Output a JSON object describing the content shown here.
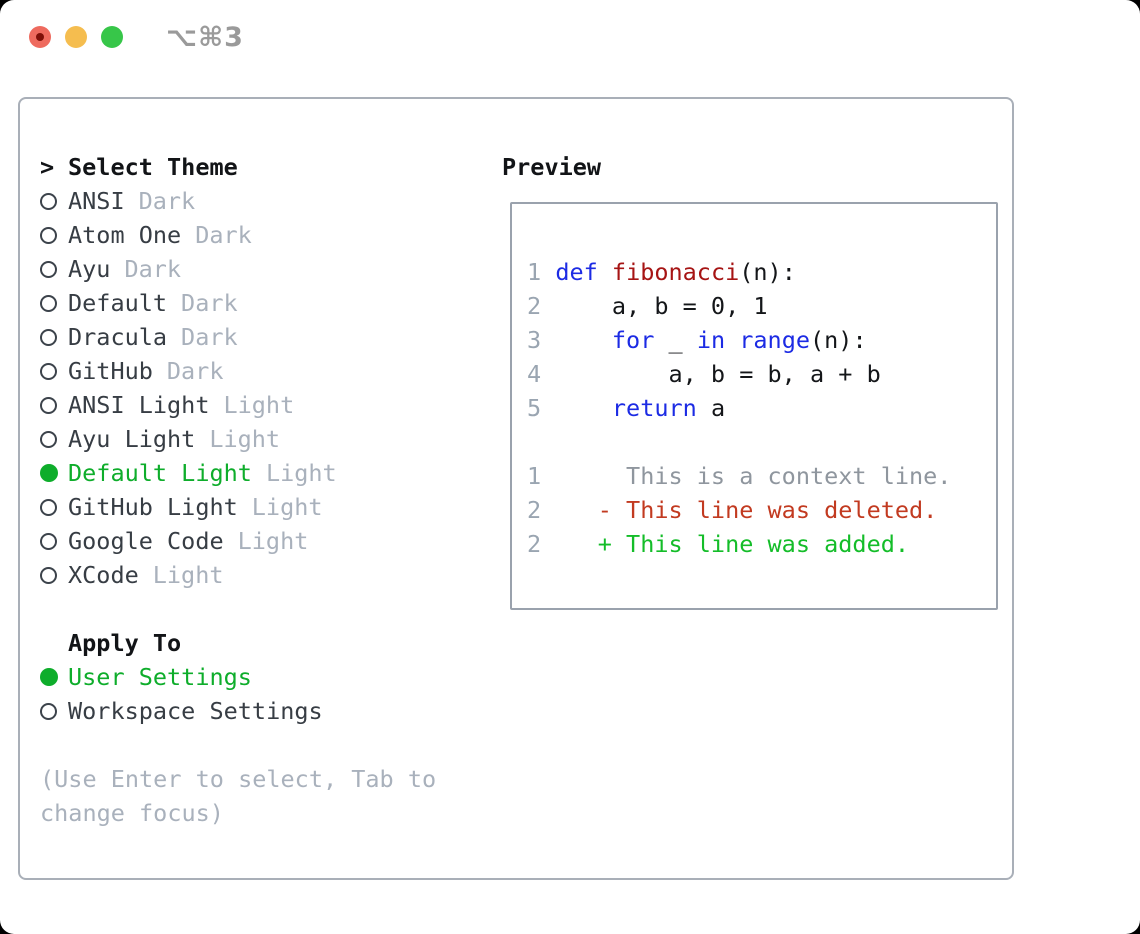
{
  "window": {
    "shortcut_label": "⌥⌘3"
  },
  "colors": {
    "selected_green": "#0ead2b",
    "added_green": "#14bd29",
    "deleted_red": "#c23a20",
    "keyword_blue": "#1c2be4",
    "function_red": "#a61414",
    "muted_gray": "#a9b1bc",
    "line_number_gray": "#9aa5b1",
    "traffic_close": "#ee6a5e",
    "traffic_minimize": "#f5bd4f",
    "traffic_zoom": "#37c649"
  },
  "theme_picker": {
    "prompt": ">",
    "title": "Select Theme",
    "items": [
      {
        "name": "ANSI",
        "variant": "Dark",
        "selected": false
      },
      {
        "name": "Atom One",
        "variant": "Dark",
        "selected": false
      },
      {
        "name": "Ayu",
        "variant": "Dark",
        "selected": false
      },
      {
        "name": "Default",
        "variant": "Dark",
        "selected": false
      },
      {
        "name": "Dracula",
        "variant": "Dark",
        "selected": false
      },
      {
        "name": "GitHub",
        "variant": "Dark",
        "selected": false
      },
      {
        "name": "ANSI Light",
        "variant": "Light",
        "selected": false
      },
      {
        "name": "Ayu Light",
        "variant": "Light",
        "selected": false
      },
      {
        "name": "Default Light",
        "variant": "Light",
        "selected": true
      },
      {
        "name": "GitHub Light",
        "variant": "Light",
        "selected": false
      },
      {
        "name": "Google Code",
        "variant": "Light",
        "selected": false
      },
      {
        "name": "XCode",
        "variant": "Light",
        "selected": false
      }
    ]
  },
  "apply_to": {
    "title": "Apply To",
    "options": [
      {
        "name": "User Settings",
        "selected": true
      },
      {
        "name": "Workspace Settings",
        "selected": false
      }
    ]
  },
  "help": {
    "line1": "(Use Enter to select, Tab to",
    "line2": "change focus)"
  },
  "preview": {
    "title": "Preview",
    "code": {
      "line1": {
        "num": "1",
        "sp1": " ",
        "kw": "def",
        "sp2": " ",
        "fn": "fibonacci",
        "rest": "(n):"
      },
      "line2": {
        "num": "2",
        "code": "     a, b = 0, 1"
      },
      "line3": {
        "num": "3",
        "ind": "     ",
        "kw1": "for",
        "mid1": " _ ",
        "kw2": "in",
        "mid2": " ",
        "kw3": "range",
        "rest": "(n):"
      },
      "line4": {
        "num": "4",
        "code": "         a, b = b, a + b"
      },
      "line5": {
        "num": "5",
        "ind": "     ",
        "kw": "return",
        "rest": " a"
      }
    },
    "diff": {
      "context": {
        "num": "1",
        "sp": "      ",
        "text": "This is a context line."
      },
      "deleted": {
        "num": "2",
        "sp": "    ",
        "text": "- This line was deleted."
      },
      "added": {
        "num": "2",
        "sp": "    ",
        "text": "+ This line was added."
      }
    }
  }
}
